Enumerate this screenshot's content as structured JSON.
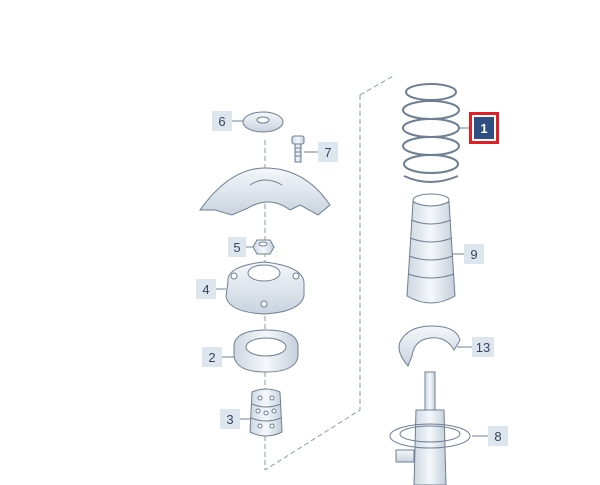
{
  "callouts": {
    "c1": "1",
    "c2": "2",
    "c3": "3",
    "c4": "4",
    "c5": "5",
    "c6": "6",
    "c7": "7",
    "c8": "8",
    "c9": "9",
    "c13": "13"
  },
  "selected_part": "1",
  "colors": {
    "callout_bg": "#dde5ef",
    "callout_text": "#39445a",
    "selected_bg": "#2f4f82",
    "selected_border": "#e01f26",
    "line": "#8a9aad",
    "part_fill": "#e4ebf2",
    "part_stroke": "#6e7f94"
  }
}
